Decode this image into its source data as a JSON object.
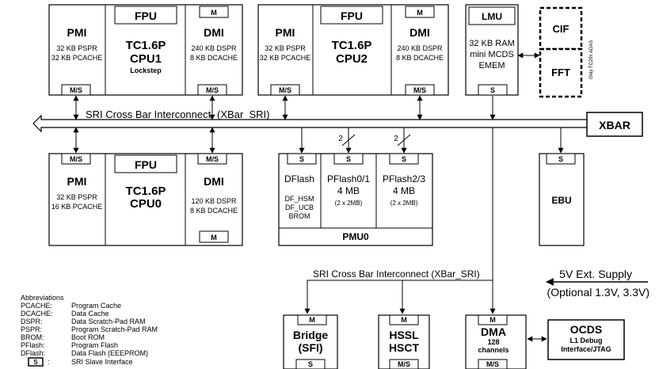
{
  "cpu1": {
    "pmi_title": "PMI",
    "pmi_l1": "32 KB PSPR",
    "pmi_l2": "32 KB PCACHE",
    "fpu": "FPU",
    "core_l1": "TC1.6P",
    "core_l2": "CPU1",
    "core_l3": "Lockstep",
    "m": "M",
    "dmi_title": "DMI",
    "dmi_l1": "240 KB DSPR",
    "dmi_l2": "8 KB DCACHE",
    "ms1": "M/S",
    "ms2": "M/S"
  },
  "cpu2": {
    "pmi_title": "PMI",
    "pmi_l1": "32 KB PSPR",
    "pmi_l2": "32 KB PCACHE",
    "fpu": "FPU",
    "core_l1": "TC1.6P",
    "core_l2": "CPU2",
    "m": "M",
    "dmi_title": "DMI",
    "dmi_l1": "240 KB DSPR",
    "dmi_l2": "8 KB DCACHE",
    "ms1": "M/S",
    "ms2": "M/S"
  },
  "cpu0": {
    "ms1": "M/S",
    "ms2": "M/S",
    "pmi_title": "PMI",
    "pmi_l1": "32 KB PSPR",
    "pmi_l2": "16 KB PCACHE",
    "fpu": "FPU",
    "core_l1": "TC1.6P",
    "core_l2": "CPU0",
    "dmi_title": "DMI",
    "dmi_l1": "120 KB DSPR",
    "dmi_l2": "8 KB DCACHE",
    "m": "M"
  },
  "lmu": {
    "title": "LMU",
    "l1": "32 KB RAM",
    "l2": "mini MCDS",
    "l3": "EMEM",
    "s": "S"
  },
  "cif": {
    "label": "CIF"
  },
  "fft": {
    "label": "FFT"
  },
  "ada": {
    "label": "Only TC29x ADAS"
  },
  "sri_top": {
    "label": "SRI Cross Bar Interconnect",
    "paren": "(XBar_SRI)"
  },
  "xbar": {
    "label": "XBAR"
  },
  "pmu": {
    "s1": "S",
    "s2": "S",
    "s3": "S",
    "df_title": "DFlash",
    "df_l1": "DF_HSM",
    "df_l2": "DF_UCB",
    "df_l3": "BROM",
    "pf1_title": "PFlash0/1",
    "pf1_l1": "4 MB",
    "pf1_l2": "(2 x 2MB)",
    "pf2_title": "PFlash2/3",
    "pf2_l1": "4 MB",
    "pf2_l2": "(2 x 2MB)",
    "bus1": "2",
    "bus2": "2",
    "label": "PMU0"
  },
  "ebu": {
    "s": "S",
    "label": "EBU"
  },
  "sri_bottom": {
    "label": "SRI Cross Bar Interconnect (XBar_SRI)"
  },
  "supply": {
    "l1": "5V Ext. Supply",
    "l2": "(Optional 1.3V, 3.3V)"
  },
  "bridge": {
    "m": "M",
    "l1": "Bridge",
    "l2": "(SFI)",
    "s": "S"
  },
  "hssl": {
    "m": "M",
    "l1": "HSSL",
    "l2": "HSCT",
    "ms": "M/S"
  },
  "dma": {
    "m": "M",
    "l1": "DMA",
    "l2": "128",
    "l3": "channels",
    "ms": "M/S"
  },
  "ocds": {
    "l1": "OCDS",
    "l2": "L1 Debug",
    "l3": "Interface/JTAG"
  },
  "abbrev": {
    "title": "Abbreviations",
    "items": [
      {
        "key": "PCACHE:",
        "value": "Program Cache"
      },
      {
        "key": "DCACHE:",
        "value": "Data Cache"
      },
      {
        "key": "DSPR:",
        "value": "Data Scratch-Pad RAM"
      },
      {
        "key": "PSPR:",
        "value": "Program Scratch-Pad RAM"
      },
      {
        "key": "BROM:",
        "value": "Boot ROM"
      },
      {
        "key": "PFlash:",
        "value": "Program Flash"
      },
      {
        "key": "DFlash:",
        "value": "Data Flash (EEEPROM)"
      }
    ],
    "s_key": "S",
    "s_colon": ":",
    "s_value": "SRI Slave Interface"
  }
}
